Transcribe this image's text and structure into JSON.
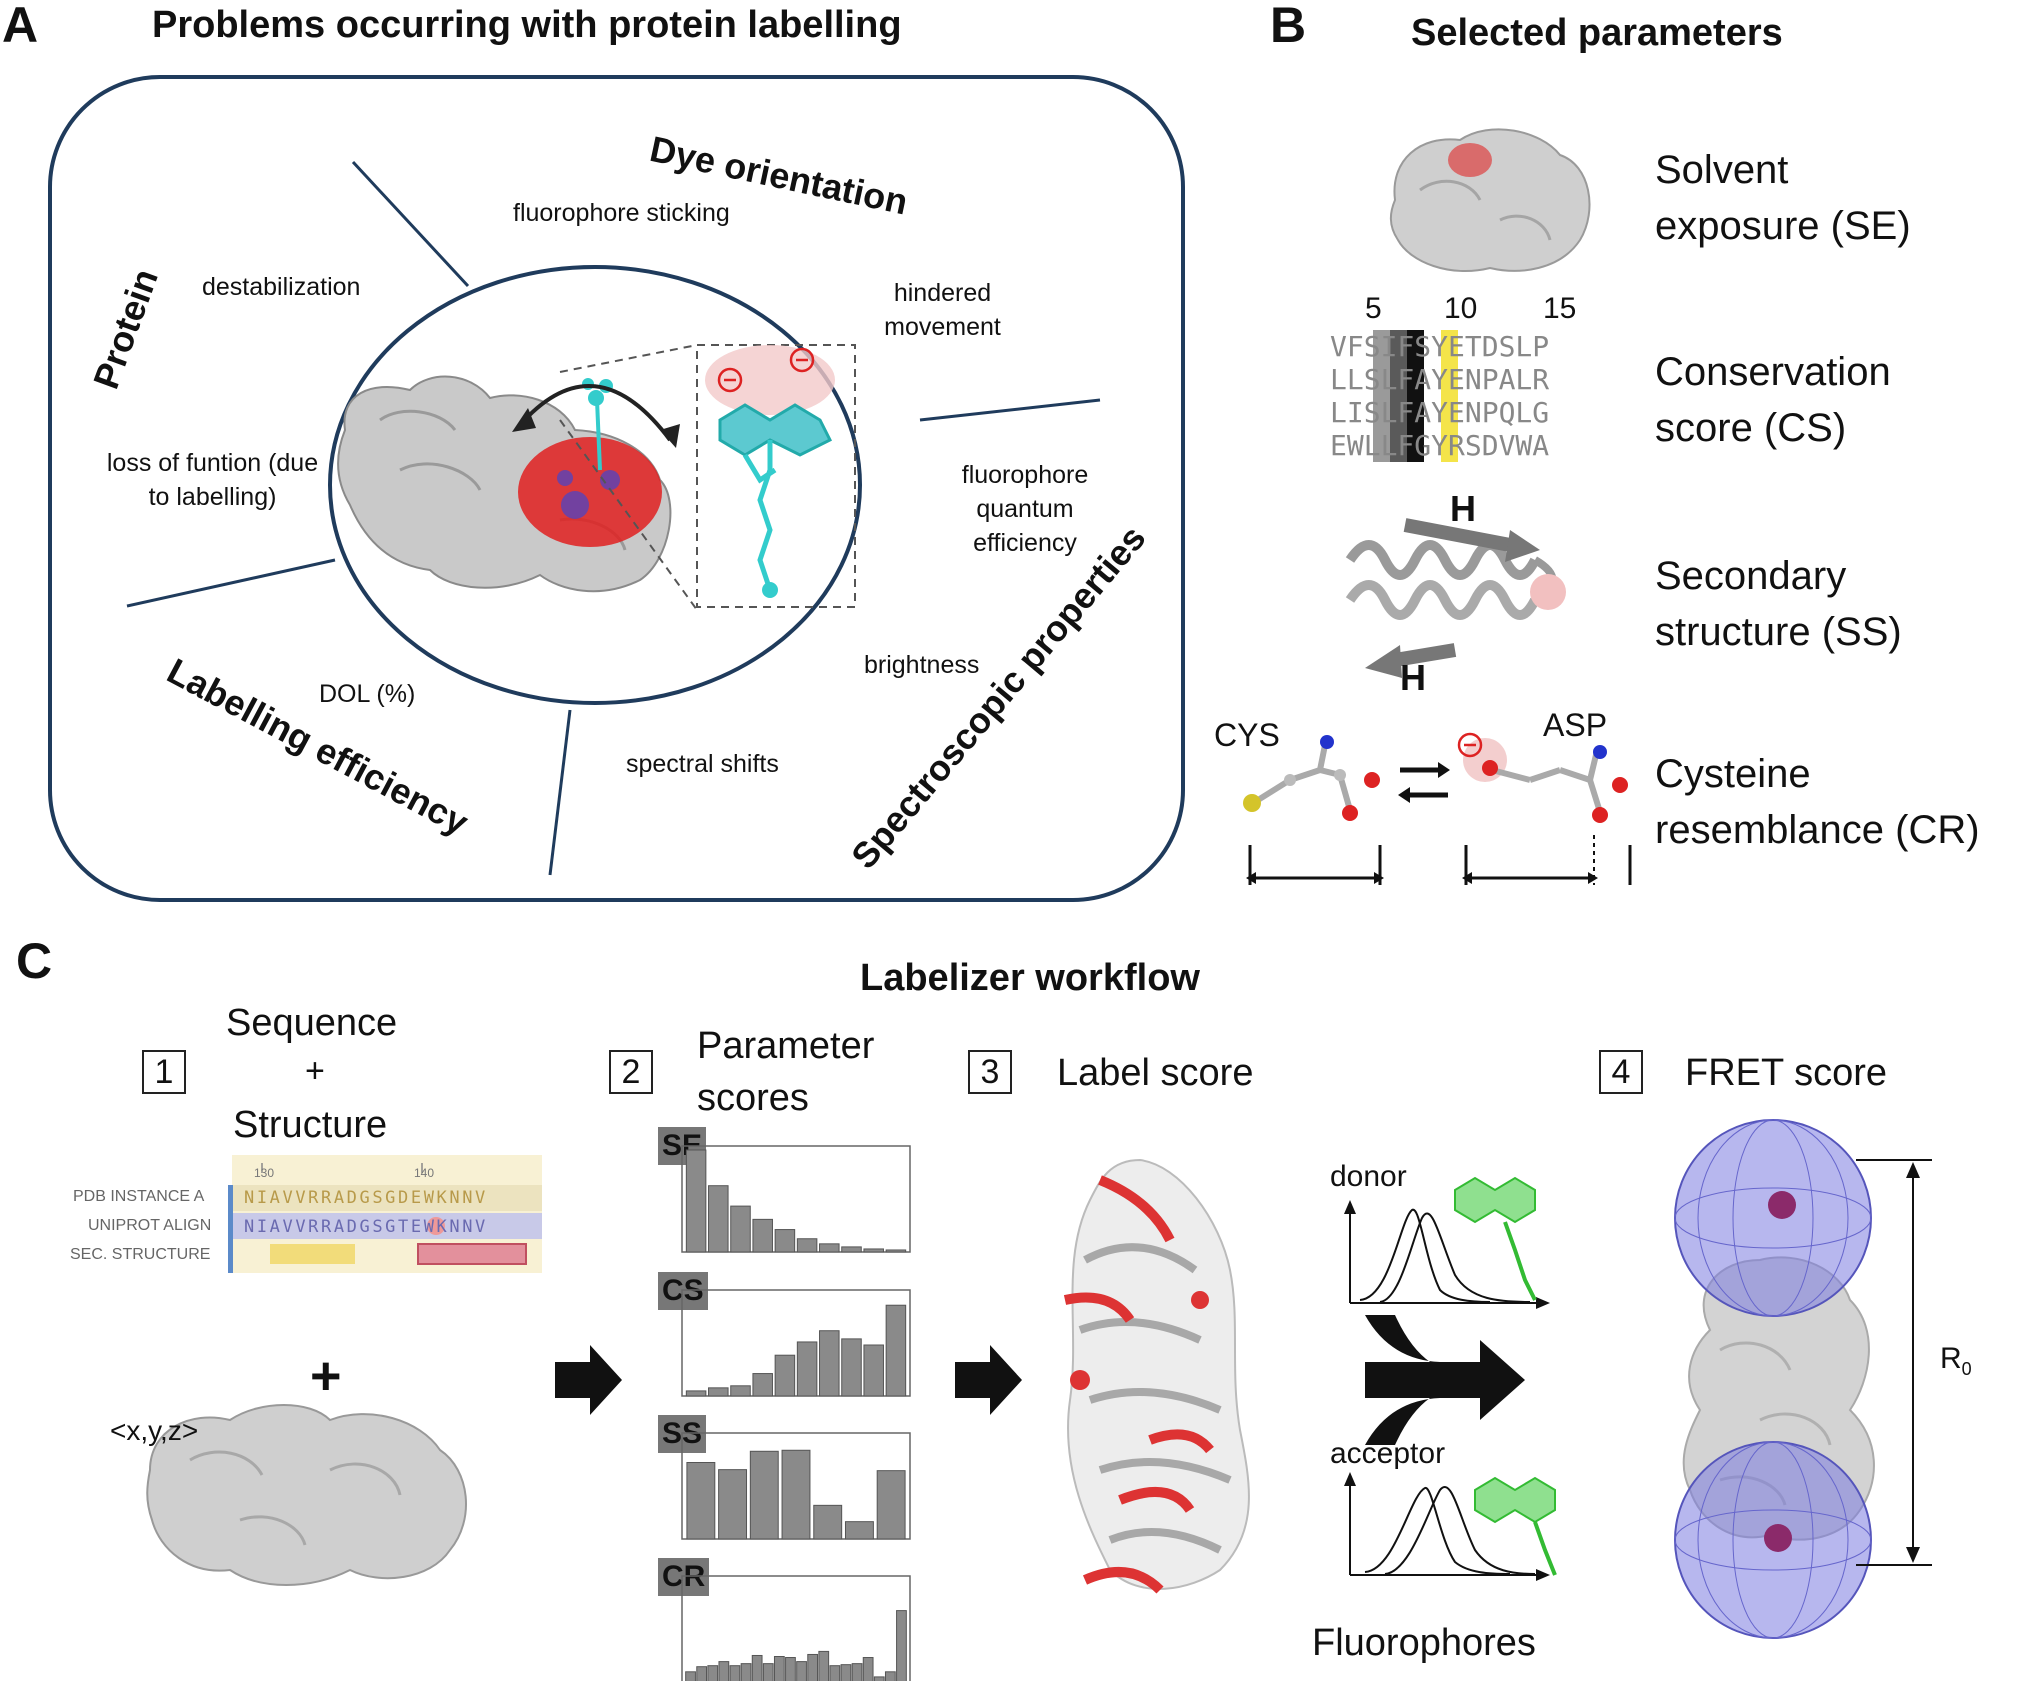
{
  "panelA": {
    "letter": "A",
    "title": "Problems occurring with protein labelling",
    "categories": {
      "dye_orientation": "Dye orientation",
      "protein": "Protein",
      "labelling_efficiency": "Labelling efficiency",
      "spectroscopic": "Spectroscopic properties"
    },
    "issues": {
      "sticking": "fluorophore sticking",
      "destabilization": "destabilization",
      "hindered": "hindered movement",
      "loss": "loss of funtion (due to labelling)",
      "quantum": "fluorophore quantum efficiency",
      "brightness": "brightness",
      "dol": "DOL (%)",
      "shifts": "spectral shifts"
    }
  },
  "panelB": {
    "letter": "B",
    "title": "Selected parameters",
    "params": {
      "se": "Solvent exposure (SE)",
      "cs": "Conservation score (CS)",
      "ss": "Secondary structure (SS)",
      "cr": "Cysteine resemblance (CR)"
    },
    "alignment": {
      "ticks": [
        "5",
        "10",
        "15"
      ],
      "rows": [
        "VFSIFSYETDSLP",
        "LLSLFAYENPALR",
        "LISLFAYENPQLG",
        "EWLLFGYRSDVWA"
      ]
    },
    "helix_label": "H",
    "cys": "CYS",
    "asp": "ASP"
  },
  "panelC": {
    "letter": "C",
    "title": "Labelizer workflow",
    "steps": {
      "s1": {
        "num": "1",
        "title_line1": "Sequence",
        "plus": "+",
        "title_line2": "Structure"
      },
      "s2": {
        "num": "2",
        "title_line1": "Parameter",
        "title_line2": "scores"
      },
      "s3": {
        "num": "3",
        "title": "Label score"
      },
      "s4": {
        "num": "4",
        "title": "FRET score"
      }
    },
    "seq_table": {
      "ticks": [
        "130",
        "140"
      ],
      "rows": [
        {
          "label": "PDB INSTANCE A",
          "seq": "NIAVVRRADGSGDEWKNNV"
        },
        {
          "label": "UNIPROT ALIGN",
          "seq": "NIAVVRRADGSGTEWKNNV"
        },
        {
          "label": "SEC. STRUCTURE",
          "seq": ""
        }
      ]
    },
    "plus": "+",
    "xyz": "<x,y,z>",
    "donor": "donor",
    "acceptor": "acceptor",
    "fluorophores": "Fluorophores",
    "r0": "R",
    "r0_sub": "0"
  },
  "chart_data": [
    {
      "type": "bar",
      "label": "SE",
      "values": [
        10,
        6.5,
        4.5,
        3.2,
        2.2,
        1.3,
        0.8,
        0.5,
        0.3,
        0.2
      ]
    },
    {
      "type": "bar",
      "label": "CS",
      "values": [
        0.5,
        0.8,
        1.0,
        2.2,
        4.0,
        5.3,
        6.4,
        5.6,
        5.0,
        8.9
      ]
    },
    {
      "type": "bar",
      "label": "SS",
      "values": [
        7.5,
        6.8,
        8.6,
        8.7,
        3.3,
        1.7,
        6.7
      ]
    },
    {
      "type": "bar",
      "label": "CR",
      "values": [
        1.0,
        1.5,
        1.6,
        2.0,
        1.6,
        1.8,
        2.6,
        1.8,
        2.5,
        2.4,
        2.0,
        2.7,
        3.0,
        1.6,
        1.7,
        1.8,
        2.4,
        0.5,
        1.0,
        7.0
      ]
    }
  ]
}
